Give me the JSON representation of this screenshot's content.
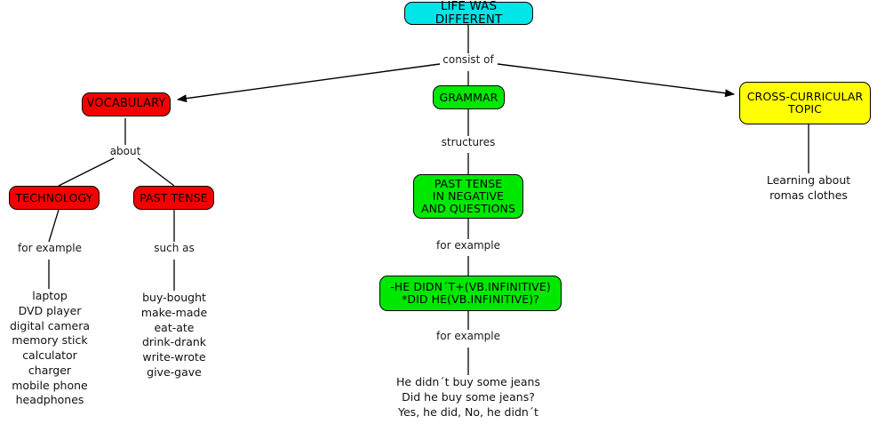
{
  "diagram": {
    "title": "LIFE WAS DIFFERENT",
    "nodes": {
      "root": {
        "text": "LIFE WAS DIFFERENT",
        "color": "#00e5e8"
      },
      "vocabulary": {
        "text": "VOCABULARY",
        "color": "#f50000"
      },
      "grammar": {
        "text": "GRAMMAR",
        "color": "#00e800"
      },
      "cross_curricular": {
        "text": "CROSS-CURRICULAR\nTOPIC",
        "color": "#ffff00"
      },
      "technology": {
        "text": "TECHNOLOGY",
        "color": "#f50000"
      },
      "past_tense": {
        "text": "PAST TENSE",
        "color": "#f50000"
      },
      "past_tense_neg": {
        "text": "PAST TENSE\nIN NEGATIVE\nAND QUESTIONS",
        "color": "#00e800"
      },
      "formula": {
        "text": "-HE DIDN´T+(VB.INFINITIVE)\n*DID HE(VB.INFINITIVE)?",
        "color": "#00e800"
      }
    },
    "link_labels": {
      "consist_of": "consist of",
      "about": "about",
      "structures": "structures",
      "for_example_tech": "for example",
      "such_as": "such as",
      "for_example_formula": "for example",
      "for_example_sentences": "for example"
    },
    "leaves": {
      "technology_items": "laptop\nDVD player\ndigital camera\nmemory stick\ncalculator\ncharger\nmobile phone\nheadphones",
      "verb_pairs": "buy-bought\nmake-made\neat-ate\ndrink-drank\nwrite-wrote\ngive-gave",
      "example_sentences": "He didn´t buy some jeans\nDid he buy some jeans?\nYes, he did, No, he didn´t",
      "cross_curricular_note": "Learning about\nromas clothes"
    }
  }
}
